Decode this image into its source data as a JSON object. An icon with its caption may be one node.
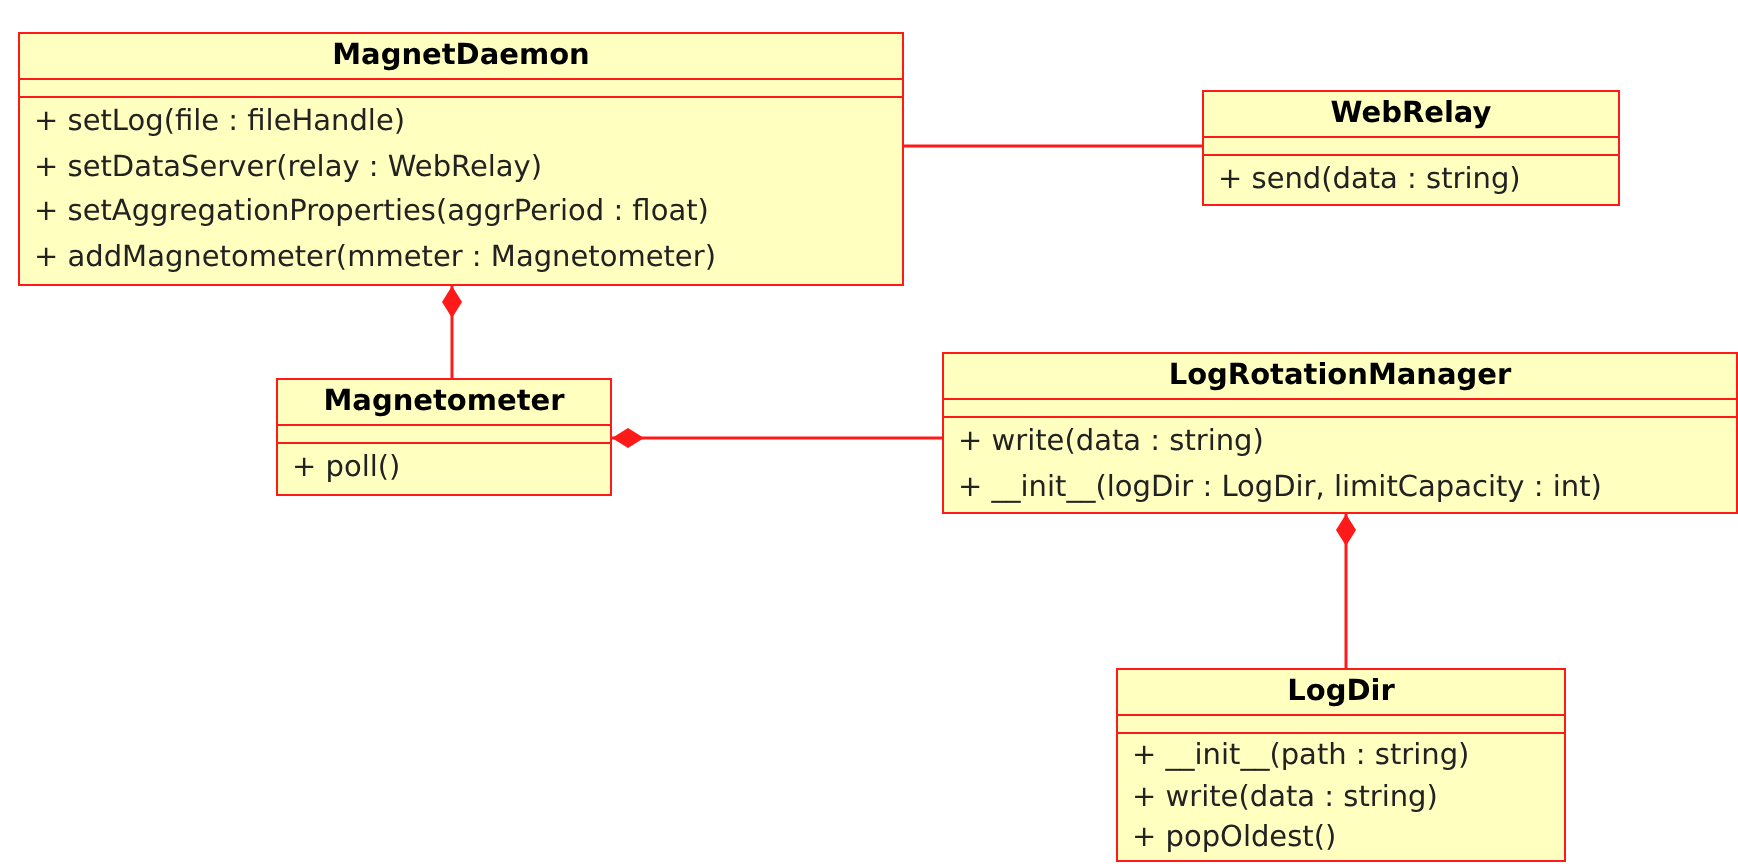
{
  "diagram": {
    "nodes": [
      {
        "text": [
          "MagnetDaemon",
          "+ setLog(file : fileHandle)",
          "+ setDataServer(relay : WebRelay)",
          "+ setAggregationProperties(aggrPeriod : float)",
          "+ addMagnetometer(mmeter : Magnetometer)"
        ]
      },
      {
        "text": [
          "WebRelay",
          "+ send(data : string)"
        ]
      },
      {
        "text": [
          "Magnetometer",
          "+ poll()"
        ]
      },
      {
        "text": [
          "LogRotationManager",
          "+ write(data : string)",
          "+ __init__(logDir : LogDir, limitCapacity : int)"
        ]
      },
      {
        "text": [
          "LogDir",
          "+ __init__(path : string)",
          "+ write(data : string)",
          "+ popOldest()"
        ]
      }
    ],
    "edges": [
      {
        "from": 0,
        "to": 1,
        "arrow": "none"
      },
      {
        "from": 0,
        "to": 2,
        "arrow": "other"
      },
      {
        "from": 2,
        "to": 3,
        "arrow": "other"
      },
      {
        "from": 3,
        "to": 4,
        "arrow": "other"
      }
    ]
  }
}
